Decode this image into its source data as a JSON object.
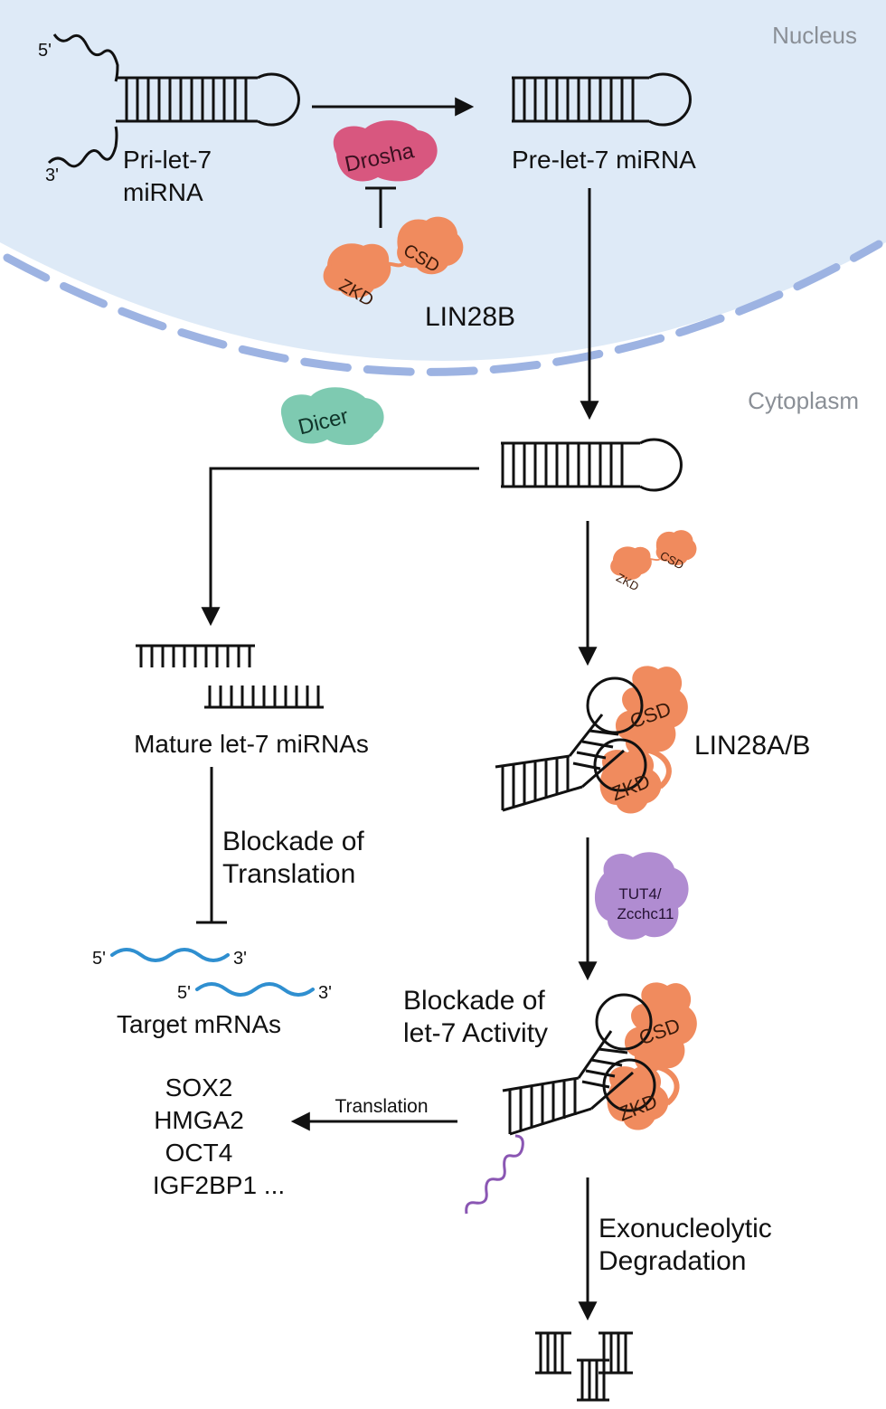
{
  "regions": {
    "nucleus": "Nucleus",
    "cytoplasm": "Cytoplasm"
  },
  "primary": {
    "label_line1": "Pri-let-7",
    "label_line2": "miRNA",
    "five": "5'",
    "three": "3'"
  },
  "precursor": {
    "label": "Pre-let-7 miRNA"
  },
  "proteins": {
    "drosha": "Drosha",
    "dicer": "Dicer",
    "csd": "CSD",
    "zkd": "ZKD",
    "lin28b": "LIN28B",
    "lin28ab": "LIN28A/B",
    "tut4_line1": "TUT4/",
    "tut4_line2": "Zcchc11"
  },
  "mature": {
    "label": "Mature let-7 miRNAs"
  },
  "blockade_translation": {
    "line1": "Blockade of",
    "line2": "Translation"
  },
  "targets": {
    "label": "Target mRNAs",
    "five": "5'",
    "three": "3'"
  },
  "genes": [
    "SOX2",
    "HMGA2",
    "OCT4",
    "IGF2BP1 ..."
  ],
  "translation_arrow": "Translation",
  "blockade_activity": {
    "line1": "Blockade of",
    "line2": "let-7 Activity"
  },
  "degradation": {
    "line1": "Exonucleolytic",
    "line2": "Degradation"
  },
  "colors": {
    "nucleus_fill": "#deeaf7",
    "envelope": "#9db3e2",
    "drosha": "#d8577f",
    "lin28": "#f08b5e",
    "dicer": "#7ecab1",
    "tut4": "#b08cd1",
    "mrna": "#2f8fd0",
    "tail": "#8a56b3",
    "region_text": "#8a8f96"
  }
}
